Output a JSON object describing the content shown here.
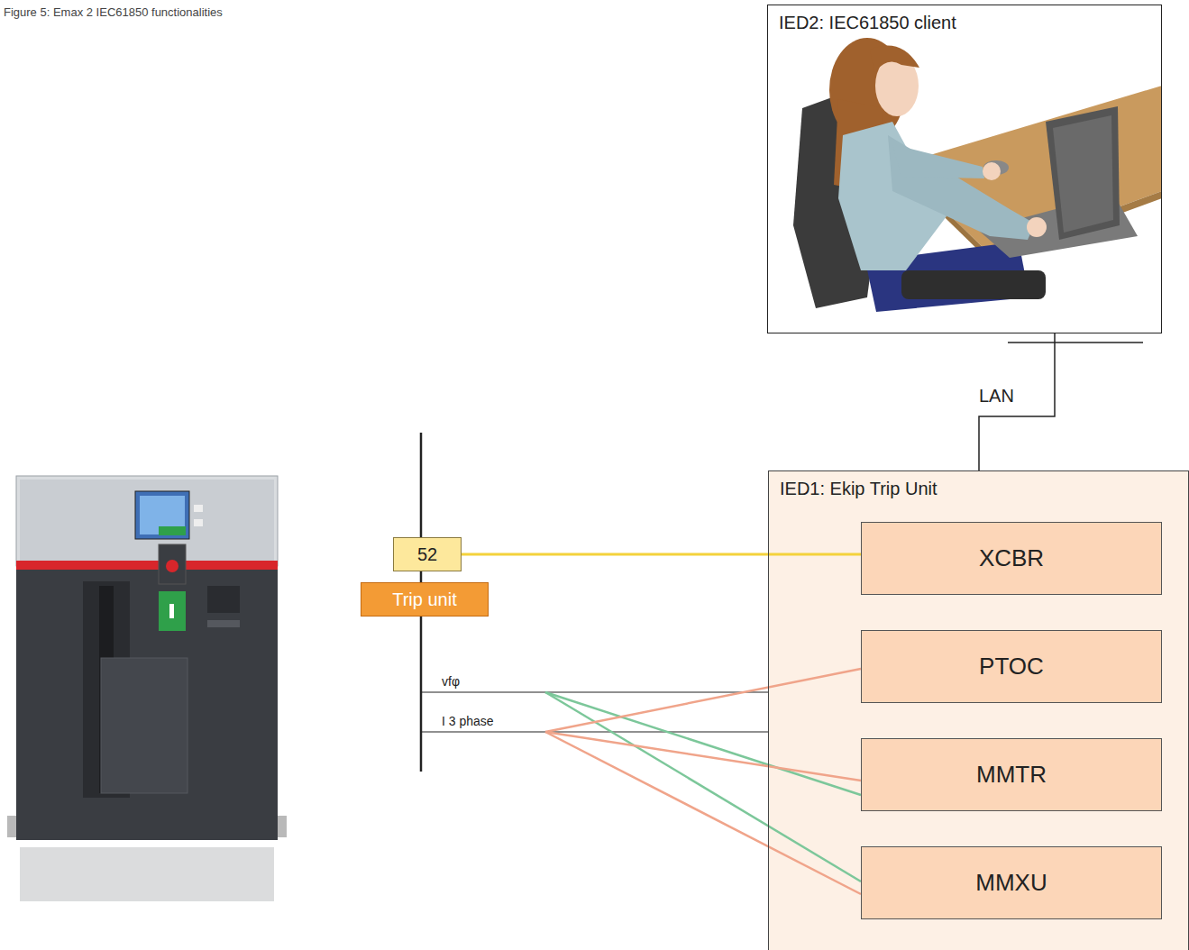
{
  "diagram": {
    "title": "Figure 5: Emax 2 IEC61850 functionalities",
    "nodes": [
      {
        "text": [
          "IED2: IEC61850 client"
        ]
      },
      {
        "text": [
          "52"
        ]
      },
      {
        "text": [
          "Trip unit"
        ]
      },
      {
        "text": [
          "IED1: Ekip Trip Unit"
        ]
      },
      {
        "text": [
          "XCBR"
        ],
        "in": 3
      },
      {
        "text": [
          "PTOC"
        ],
        "in": 3
      },
      {
        "text": [
          "MMTR"
        ],
        "in": 3
      },
      {
        "text": [
          "MMXU"
        ],
        "in": 3
      }
    ],
    "edges": [
      {
        "from": 0,
        "to": 3,
        "label": "LAN",
        "arrow": "none"
      },
      {
        "from": 1,
        "to": 4,
        "arrow": "none"
      }
    ],
    "labels": [
      "vfφ",
      "I 3 phase"
    ]
  }
}
